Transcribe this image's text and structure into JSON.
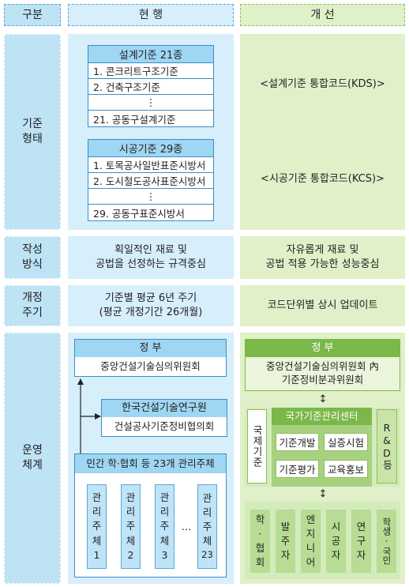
{
  "headers": {
    "category": "구분",
    "current": "현 행",
    "improved": "개 선"
  },
  "rows": {
    "form": {
      "label_l1": "기준",
      "label_l2": "형태",
      "design": {
        "title": "설계기준 21종",
        "items": [
          "1. 콘크리트구조기준",
          "2. 건축구조기준",
          "⋮",
          "21. 공동구설계기준"
        ]
      },
      "construction": {
        "title": "시공기준 29종",
        "items": [
          "1. 토목공사일반표준시방서",
          "2. 도시철도공사표준시방서",
          "⋮",
          "29. 공동구표준시방서"
        ]
      },
      "improved_design": "<설계기준 통합코드(KDS)>",
      "improved_construction": "<시공기준 통합코드(KCS)>"
    },
    "writing": {
      "label_l1": "작성",
      "label_l2": "방식",
      "current_l1": "획일적인 재료 및",
      "current_l2": "공법을 선정하는 규격중심",
      "improved_l1": "자유롭게 재료 및",
      "improved_l2": "공법 적용 가능한 성능중심"
    },
    "revision": {
      "label_l1": "개정",
      "label_l2": "주기",
      "current_l1": "기준별 평균 6년 주기",
      "current_l2": "(평균 개정기간 26개월)",
      "improved": "코드단위별 상시 업데이트"
    },
    "operation": {
      "label_l1": "운영",
      "label_l2": "체계",
      "current": {
        "gov_title": "정 부",
        "gov_committee": "중앙건설기술심의위원회",
        "kict_title": "한국건설기술연구원",
        "kict_committee": "건설공사기준정비협의회",
        "private_title": "민간 학·협회 등 23개 관리주체",
        "managers": [
          {
            "l1": "관",
            "l2": "리",
            "l3": "주",
            "l4": "체",
            "num": "1"
          },
          {
            "l1": "관",
            "l2": "리",
            "l3": "주",
            "l4": "체",
            "num": "2"
          },
          {
            "l1": "관",
            "l2": "리",
            "l3": "주",
            "l4": "체",
            "num": "3"
          },
          {
            "l1": "관",
            "l2": "리",
            "l3": "주",
            "l4": "체",
            "num": "23"
          }
        ],
        "ellipsis": "…"
      },
      "improved": {
        "gov_title": "정 부",
        "committee_l1": "중앙건설기술심의위원회 內",
        "committee_l2": "기준정비분과위원회",
        "arrow1": "↕",
        "intl": "국제기준",
        "center_title": "국가기준관리센터",
        "cells": [
          "기준개발",
          "실증시험",
          "기준평가",
          "교육홍보"
        ],
        "rnd": "R&D등",
        "arrow2": "↕",
        "groups": [
          {
            "l1": "학",
            "l2": "·",
            "l3": "협",
            "l4": "회"
          },
          {
            "l1": "발",
            "l2": "주",
            "l3": "자",
            "l4": ""
          },
          {
            "l1": "엔",
            "l2": "지",
            "l3": "니",
            "l4": "어"
          },
          {
            "l1": "시",
            "l2": "공",
            "l3": "자",
            "l4": ""
          },
          {
            "l1": "연",
            "l2": "구",
            "l3": "자",
            "l4": ""
          },
          {
            "l1": "학생",
            "l2": "·",
            "l3": "국민",
            "l4": ""
          }
        ]
      }
    }
  }
}
